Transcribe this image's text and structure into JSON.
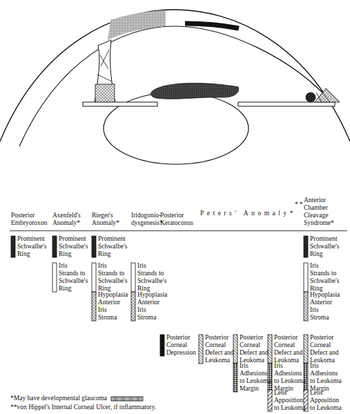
{
  "diagram": {
    "labels": [
      "Posterior Embryotoxon",
      "Axenfeld's Anomaly*",
      "Rieger's Anomaly*",
      "Iridogonio-dysgenesis*",
      "Posterior Keratoconus",
      "Peters' Anomaly*",
      "**",
      "Anterior Chamber Cleavage Syndrome*",
      "Prominent Schwalbe's Ring",
      "Prominent Schwalbe's Ring",
      "Prominent Schwalbe's Ring",
      "Prominent Schwalbe's Ring",
      "Iris Strands to Schwalbe's Ring",
      "Iris Strands to Schwalbe's Ring",
      "Iris Strands to Schwalbe's Ring",
      "Iris Strands to Schwalbe's Ring",
      "Hypoplasia Anterior Iris Stroma",
      "Hypoplasia Anterior Iris Stroma",
      "Hypoplasia Anterior Iris Stroma",
      "Posterior Corneal Depression",
      "Posterior Corneal Defect and Leukoma",
      "Posterior Corneal Defect and Leukoma",
      "Posterior Corneal Defect and Leukoma",
      "Posterior Corneal Defect and Leukoma",
      "Iris Adhesions to Leukoma Margin",
      "Iris Adhesions to Leukoma Margin",
      "Iris Adhesions to Leukoma Margin",
      "Lens Apposition to Leukoma",
      "Lens Apposition to Leukoma",
      "**von Hippel's Internal Corneal Ulcer, if inflammatory."
    ],
    "legend": [
      {
        "text": "*May have developmental glaucoma"
      }
    ]
  }
}
